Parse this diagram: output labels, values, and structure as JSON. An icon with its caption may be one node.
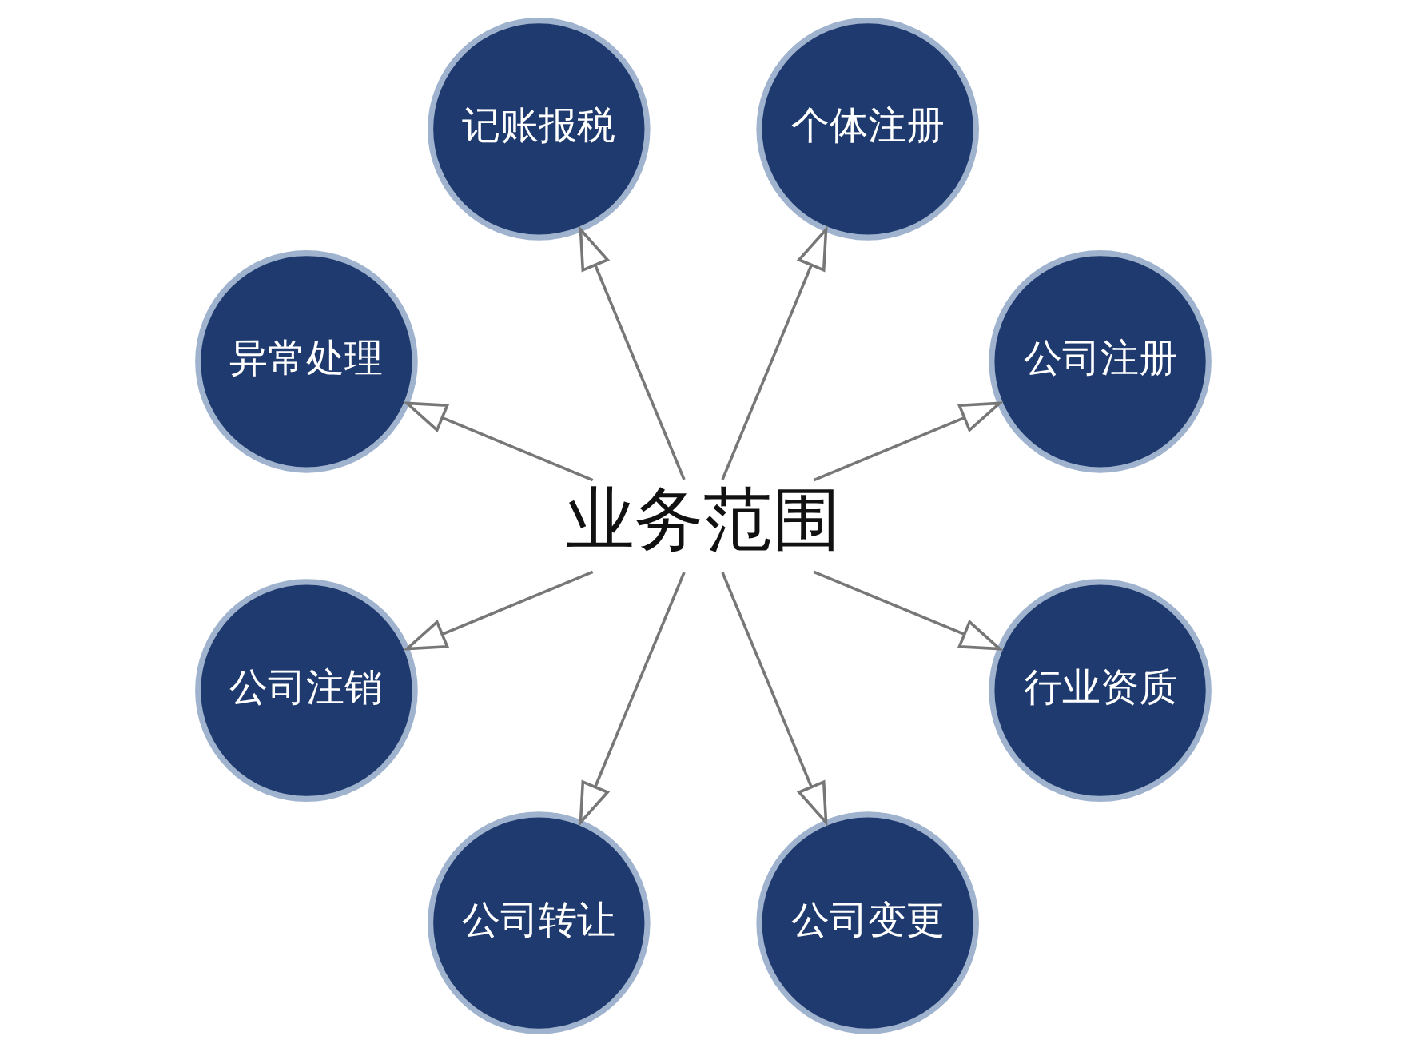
{
  "diagram": {
    "nodes": [
      {
        "text": [
          "业务范围"
        ]
      },
      {
        "text": [
          "公司注册"
        ]
      },
      {
        "text": [
          "个体注册"
        ]
      },
      {
        "text": [
          "记账报税"
        ]
      },
      {
        "text": [
          "异常处理"
        ]
      },
      {
        "text": [
          "公司注销"
        ]
      },
      {
        "text": [
          "公司转让"
        ]
      },
      {
        "text": [
          "公司变更"
        ]
      },
      {
        "text": [
          "行业资质"
        ]
      }
    ],
    "edges": [
      {
        "from": 0,
        "to": 1,
        "arrow": "to"
      },
      {
        "from": 0,
        "to": 2,
        "arrow": "to"
      },
      {
        "from": 0,
        "to": 3,
        "arrow": "to"
      },
      {
        "from": 0,
        "to": 4,
        "arrow": "to"
      },
      {
        "from": 0,
        "to": 5,
        "arrow": "to"
      },
      {
        "from": 0,
        "to": 6,
        "arrow": "to"
      },
      {
        "from": 0,
        "to": 7,
        "arrow": "to"
      },
      {
        "from": 0,
        "to": 8,
        "arrow": "to"
      }
    ]
  }
}
